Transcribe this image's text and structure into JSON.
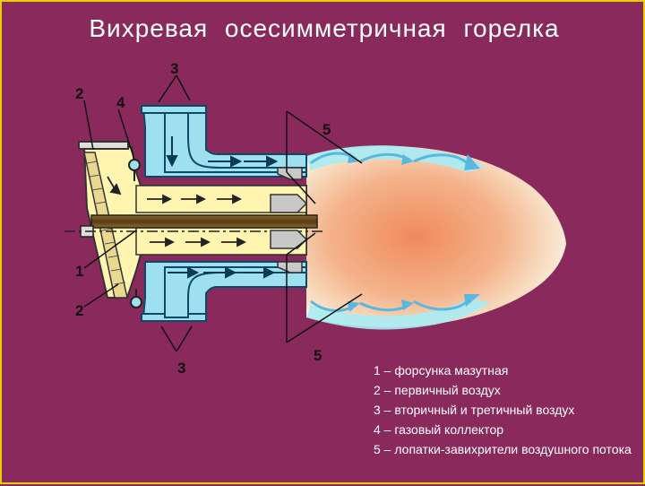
{
  "title": "Вихревая осесимметричная горелка",
  "labels": {
    "l3_top": "3",
    "l2_top": "2",
    "l4": "4",
    "l5_top": "5",
    "l1": "1",
    "l2_bottom": "2",
    "l3_bottom": "3",
    "l5_bottom": "5"
  },
  "legend": [
    "1 – форсунка мазутная",
    "2 – первичный воздух",
    "3 – вторичный и третичный воздух",
    "4 – газовый коллектор",
    "5 – лопатки-завихрители воздушного потока"
  ],
  "colors": {
    "background": "#8a2a5c",
    "frame": "#e8d000",
    "secondary_air": "#9fe0f0",
    "primary_air": "#fff5b0",
    "nozzle": "#6b4a1e",
    "flame_core": "#f4a070",
    "flame_edge": "#9ee8f0"
  }
}
